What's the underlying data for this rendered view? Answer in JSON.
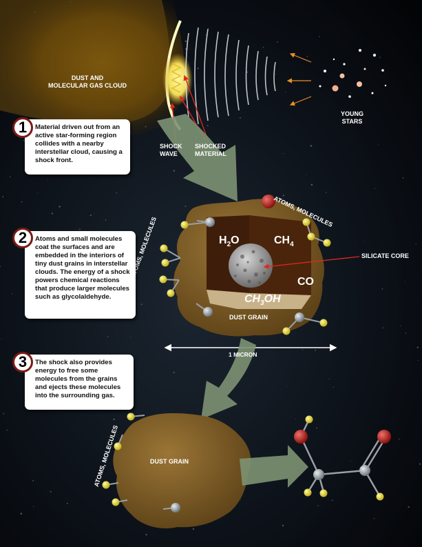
{
  "labels": {
    "cloud_line1": "DUST AND",
    "cloud_line2": "MOLECULAR GAS CLOUD",
    "young_stars_line1": "YOUNG",
    "young_stars_line2": "STARS",
    "shock_wave_line1": "SHOCK",
    "shock_wave_line2": "WAVE",
    "shocked_material_line1": "SHOCKED",
    "shocked_material_line2": "MATERIAL",
    "atoms_molecules_top": "ATOMS, MOLECULES",
    "atoms_molecules_left": "ATOMS, MOLECULES",
    "atoms_molecules_bottom": "ATOMS, MOLECULES",
    "silicate_core": "SILICATE CORE",
    "dust_grain_top": "DUST GRAIN",
    "dust_grain_bottom": "DUST GRAIN",
    "scale": "1 MICRON"
  },
  "molecules": {
    "h2o": {
      "base": "H",
      "sub": "2",
      "rest": "O"
    },
    "ch4": {
      "base": "CH",
      "sub": "4",
      "rest": ""
    },
    "co": {
      "base": "CO",
      "sub": "",
      "rest": ""
    },
    "ch3oh": {
      "base": "CH",
      "sub": "3",
      "rest": "OH"
    }
  },
  "steps": [
    {
      "number": "1",
      "text": "Material driven out from an active star-forming region collides with a nearby interstellar cloud, causing a shock front."
    },
    {
      "number": "2",
      "text": "Atoms and small molecules coat the surfaces and are embedded in the interiors of tiny dust grains in interstellar clouds.  The energy of a shock powers chemical reactions that produce larger molecules such as glycolaldehyde."
    },
    {
      "number": "3",
      "text": "The shock also provides energy to free some molecules from the grains and ejects these molecules into the surrounding gas."
    }
  ],
  "colors": {
    "background": "#000000",
    "cloud": "#6b4a0c",
    "dust_grain": "#7a5a22",
    "arrow": "#7d9273",
    "oxygen_atom": "#c0201c",
    "hydrogen_atom": "#f2e43a",
    "carbon_atom": "#a7aeb3",
    "badge_border": "#7a1a14"
  }
}
